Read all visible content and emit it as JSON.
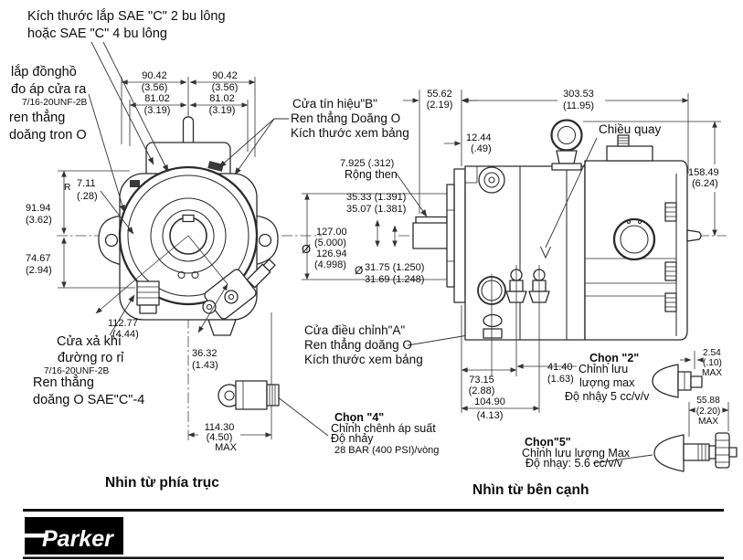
{
  "colors": {
    "ink": "#1a1a1a",
    "background": "#ffffff",
    "logo_bg": "#000000",
    "logo_text": "#ffffff"
  },
  "front_view": {
    "caption": "Nhin từ phía trục",
    "notes": {
      "sae1": "Kích thước lắp SAE \"C\" 2 bu lông",
      "sae2": "hoặc SAE \"C\" 4 bu lông",
      "gauge1": "lắp đồnghồ",
      "gauge2": "đo áp cửa ra",
      "gauge3": "7/16-20UNF-2B",
      "gauge4": "ren thẳng",
      "gauge5": "doăng tron O",
      "drain1": "Cửa xả khí",
      "drain2": "đường ro rỉ",
      "drain3": "7/16-20UNF-2B",
      "drain4": "Ren thẳng",
      "drain5": "doăng O SAE\"C\"-4"
    },
    "dims": {
      "width_outer": "90.42",
      "width_outer_in": "(3.56)",
      "width_inner": "81.02",
      "width_inner_in": "(3.19)",
      "radius_prefix": "R",
      "radius": "7.11",
      "radius_in": "(.28)",
      "height_upper": "91.94",
      "height_upper_in": "(3.62)",
      "height_lower": "74.67",
      "height_lower_in": "(2.94)",
      "diag_left": "112.77",
      "diag_left_in": "(4.44)",
      "diag_right": "36.32",
      "diag_right_in": "(1.43)",
      "width_max": "114.30",
      "width_max_in": "(4.50)",
      "max_label": "MAX"
    },
    "option4": {
      "title": "Chọn \"4\"",
      "line2": "Chỉnh chênh áp suất",
      "line3": "Độ nhảy",
      "line4": "28 BAR (400 PSI)/vòng"
    }
  },
  "shaft": {
    "key_width": "7.925 (.312)",
    "key_label": "Rộng then",
    "key_h1": "35.33 (1.391)",
    "key_h2": "35.07 (1.381)",
    "dia_symbol": "Ø",
    "pilot1": "127.00",
    "pilot2": "(5.000)",
    "pilot3": "126.94",
    "pilot4": "(4.998)",
    "shaft1": "31.75 (1.250)",
    "shaft2": "31.69 (1.248)"
  },
  "ports": {
    "b1": "Cửa tín hiệu\"B\"",
    "b2": "Ren thẳng Doăng O",
    "b3": "Kích thước xem bảng",
    "a1": "Cửa điều chỉnh\"A\"",
    "a2": "Ren thẳng doăng O",
    "a3": "Kích thước xem bảng"
  },
  "side_view": {
    "caption": "Nhìn từ bên cạnh",
    "rotation_label": "Chiều quay",
    "dims": {
      "flange_offset": "55.62",
      "flange_offset_in": "(2.19)",
      "overall_length": "303.53",
      "overall_length_in": "(11.95)",
      "flange_thickness": "12.44",
      "flange_thickness_in": "(.49)",
      "height": "158.49",
      "height_in": "(6.24)",
      "port_spacing1": "73.15",
      "port_spacing1_in": "(2.88)",
      "port_spacing2": "104.90",
      "port_spacing2_in": "(4.13)",
      "valve_offset": "41.40",
      "valve_offset_in": "(1.63)",
      "screw_travel": "2.54",
      "screw_travel_in": "(.10)",
      "valve_length": "55.88",
      "valve_length_in": "(2.20)",
      "max_label": "MAX"
    },
    "option2": {
      "title": "Chọn \"2\"",
      "line2": "Chỉnh lưu",
      "line3": "lượng max",
      "line4": "Độ nhậy 5 cc/v/v"
    },
    "option5": {
      "title": "Chọn\"5\"",
      "line2": "Chỉnh lưu lượng Max",
      "line3": "Độ nhạy: 5.6  cc/v/v"
    }
  },
  "footer": {
    "logo": "Parker"
  }
}
